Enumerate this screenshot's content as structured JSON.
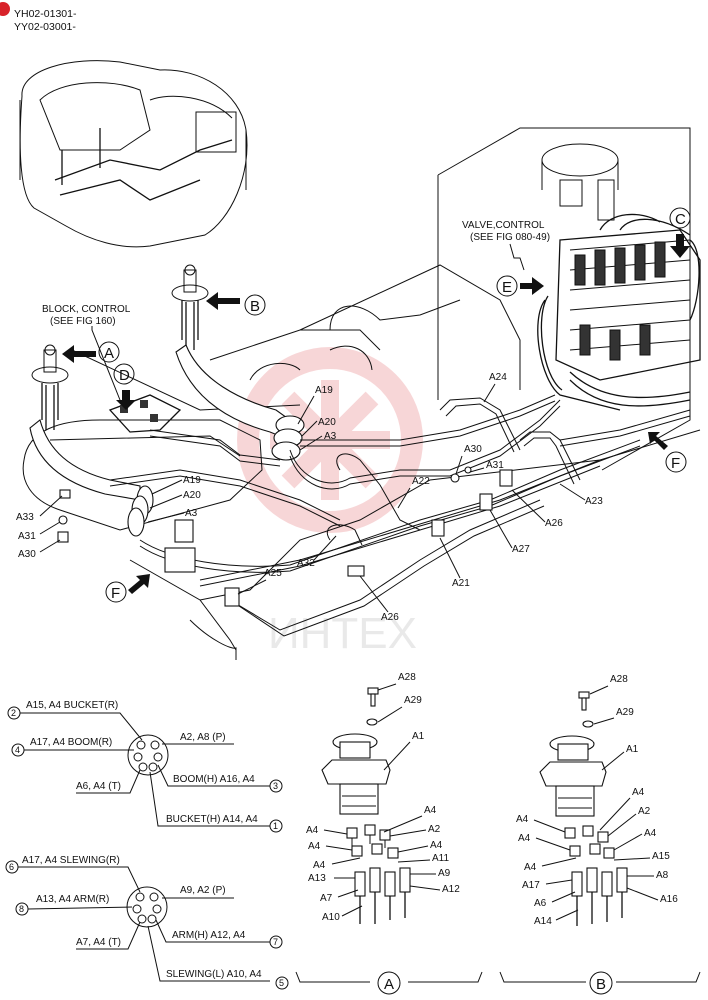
{
  "header": {
    "code1": "YH02-01301-",
    "code2": "YY02-03001-"
  },
  "callouts": {
    "block_control": "BLOCK, CONTROL",
    "block_control_ref": "(SEE FIG 160)",
    "valve_control": "VALVE,CONTROL",
    "valve_control_ref": "(SEE FIG 080-49)"
  },
  "views": {
    "A": "A",
    "B": "B",
    "C": "C",
    "D": "D",
    "E": "E",
    "F": "F"
  },
  "main_labels": {
    "A19a": "A19",
    "A20a": "A20",
    "A3a": "A3",
    "A19b": "A19",
    "A20b": "A20",
    "A3b": "A3",
    "A24": "A24",
    "A30a": "A30",
    "A31a": "A31",
    "A22": "A22",
    "A23": "A23",
    "A26a": "A26",
    "A27": "A27",
    "A21": "A21",
    "A32": "A32",
    "A25": "A25",
    "A26b": "A26",
    "A33": "A33",
    "A31b": "A31",
    "A30b": "A30"
  },
  "watermark": "ИНТЕХ",
  "port_legend_top": {
    "p2": {
      "num": "2",
      "text": "A15, A4  BUCKET(R)"
    },
    "p4": {
      "num": "4",
      "text": "A17, A4  BOOM(R)"
    },
    "pP": {
      "text": "A2, A8 (P)"
    },
    "p3": {
      "num": "3",
      "text": "BOOM(H)  A16, A4"
    },
    "pT": {
      "text": "A6, A4 (T)"
    },
    "p1": {
      "num": "1",
      "text": "BUCKET(H)  A14, A4"
    }
  },
  "port_legend_bottom": {
    "p6": {
      "num": "6",
      "text": "A17, A4  SLEWING(R)"
    },
    "p8": {
      "num": "8",
      "text": "A13, A4  ARM(R)"
    },
    "pP": {
      "text": "A9, A2 (P)"
    },
    "pT": {
      "text": "A7, A4 (T)"
    },
    "p7": {
      "num": "7",
      "text": "ARM(H)  A12, A4"
    },
    "p5": {
      "num": "5",
      "text": "SLEWING(L)  A10, A4"
    }
  },
  "detail_A": {
    "A28": "A28",
    "A29": "A29",
    "A1": "A1",
    "A4r1": "A4",
    "A4l1": "A4",
    "A2": "A2",
    "A4l2": "A4",
    "A4r2": "A4",
    "A4l3": "A4",
    "A11": "A11",
    "A13": "A13",
    "A9": "A9",
    "A7": "A7",
    "A12": "A12",
    "A10": "A10"
  },
  "detail_B": {
    "A28": "A28",
    "A29": "A29",
    "A1": "A1",
    "A4r1": "A4",
    "A4l1": "A4",
    "A2": "A2",
    "A4l2": "A4",
    "A4r2": "A4",
    "A4l3": "A4",
    "A15": "A15",
    "A17": "A17",
    "A8": "A8",
    "A6": "A6",
    "A16": "A16",
    "A14": "A14"
  }
}
